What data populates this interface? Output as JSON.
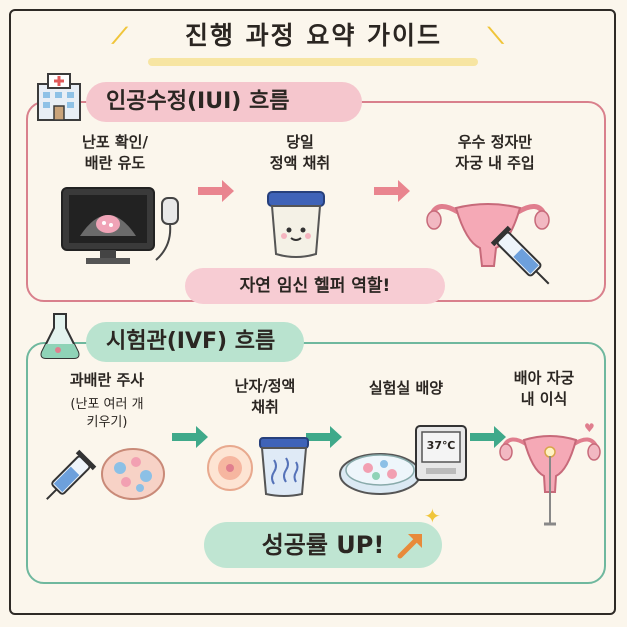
{
  "title": "진행 과정 요약 가이드",
  "iui": {
    "heading": "인공수정(IUI) 흐름",
    "steps": [
      {
        "line1": "난포 확인/",
        "line2": "배란 유도"
      },
      {
        "line1": "당일",
        "line2": "정액 채취"
      },
      {
        "line1": "우수 정자만",
        "line2": "자궁 내 주입"
      }
    ],
    "banner": "자연 임신 헬퍼 역할!"
  },
  "ivf": {
    "heading": "시험관(IVF) 흐름",
    "steps": [
      {
        "line1": "과배란 주사",
        "line2": "(난포 여러 개",
        "line3": "키우기)"
      },
      {
        "line1": "난자/정액",
        "line2": "채취"
      },
      {
        "line1": "실험실 배양"
      },
      {
        "line1": "배아 자궁",
        "line2": "내 이식"
      }
    ],
    "incubator_temp": "37℃",
    "banner": "성공률 UP!"
  },
  "colors": {
    "iui_accent": "#d9808c",
    "ivf_accent": "#6fb89e",
    "iui_arrow": "#e9858f",
    "ivf_arrow": "#3fa98a"
  }
}
